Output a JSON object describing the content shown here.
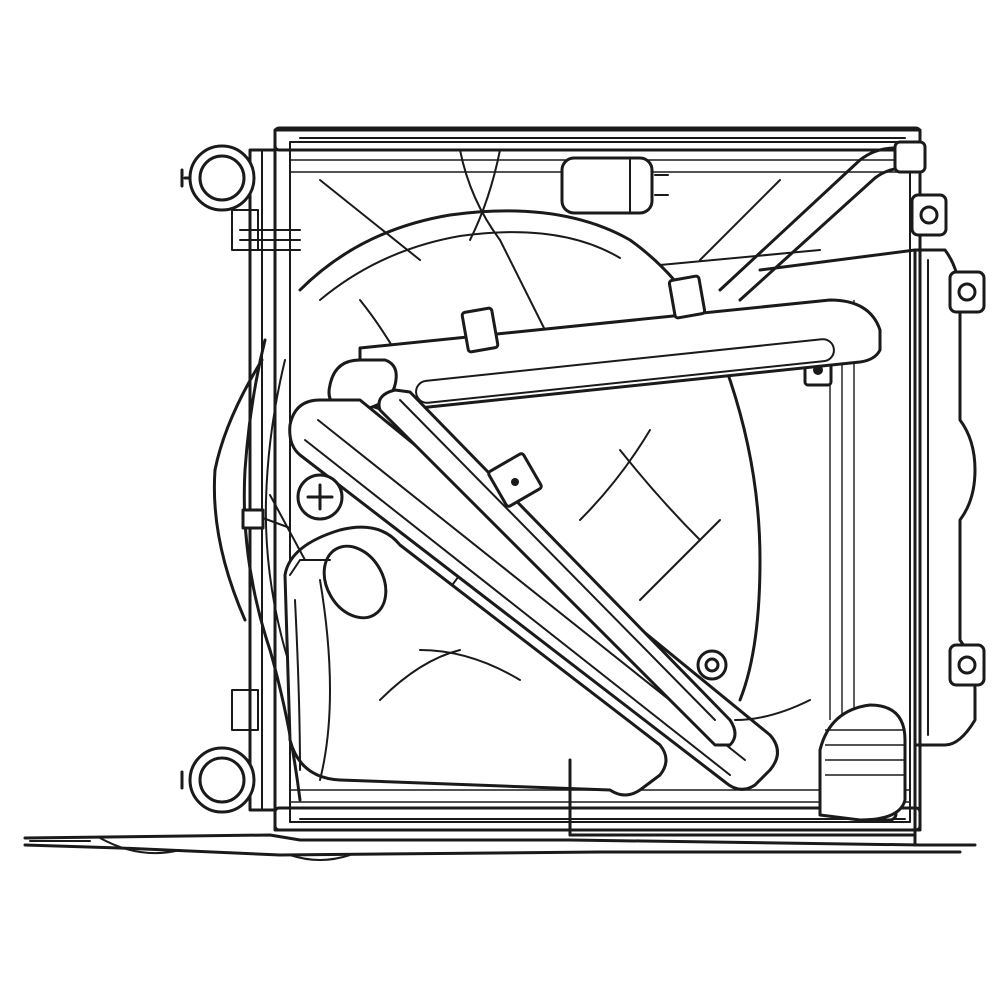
{
  "figure": {
    "subject": "radiator-fan-assembly",
    "style": "black-line-drawing",
    "colors": {
      "background": "#ffffff",
      "line": "#1a1a1a"
    },
    "components": [
      "radiator-core",
      "top-tank",
      "bottom-tank",
      "upper-hose-inlet",
      "lower-hose-outlet",
      "fan-shroud",
      "fan-blades",
      "fan-motor",
      "cross-brace",
      "side-bracket",
      "mounting-tabs",
      "base-plate",
      "overflow-tube",
      "coolant-reservoir-cap"
    ]
  }
}
